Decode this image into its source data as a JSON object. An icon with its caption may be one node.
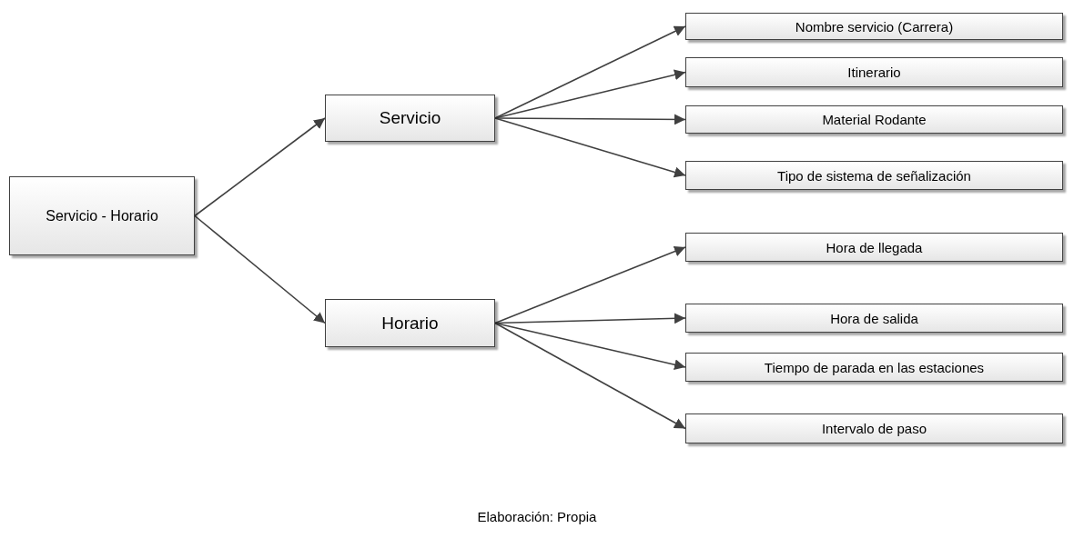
{
  "diagram": {
    "caption": "Elaboración: Propia",
    "nodes": [
      {
        "text": [
          "Servicio - Horario"
        ]
      },
      {
        "text": [
          "Servicio"
        ]
      },
      {
        "text": [
          "Horario"
        ]
      },
      {
        "text": [
          "Nombre servicio (Carrera)"
        ]
      },
      {
        "text": [
          "Itinerario"
        ]
      },
      {
        "text": [
          "Material Rodante"
        ]
      },
      {
        "text": [
          "Tipo de sistema de señalización"
        ]
      },
      {
        "text": [
          "Hora de llegada"
        ]
      },
      {
        "text": [
          "Hora de salida"
        ]
      },
      {
        "text": [
          "Tiempo de parada en las estaciones"
        ]
      },
      {
        "text": [
          "Intervalo de paso"
        ]
      }
    ],
    "edges": [
      {
        "from": 0,
        "to": 1,
        "arrow": "to"
      },
      {
        "from": 0,
        "to": 2,
        "arrow": "to"
      },
      {
        "from": 1,
        "to": 3,
        "arrow": "to"
      },
      {
        "from": 1,
        "to": 4,
        "arrow": "to"
      },
      {
        "from": 1,
        "to": 5,
        "arrow": "to"
      },
      {
        "from": 1,
        "to": 6,
        "arrow": "to"
      },
      {
        "from": 2,
        "to": 7,
        "arrow": "to"
      },
      {
        "from": 2,
        "to": 8,
        "arrow": "to"
      },
      {
        "from": 2,
        "to": 9,
        "arrow": "to"
      },
      {
        "from": 2,
        "to": 10,
        "arrow": "to"
      }
    ]
  }
}
